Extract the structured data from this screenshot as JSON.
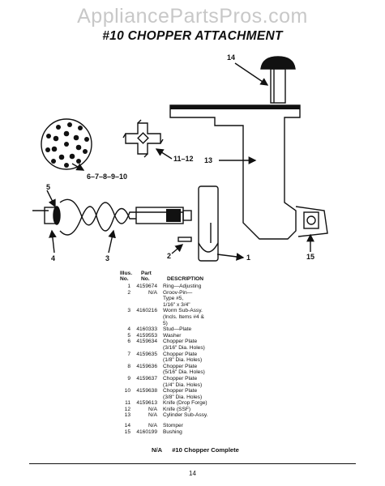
{
  "watermark": "AppliancePartsPros.com",
  "title": "#10 CHOPPER ATTACHMENT",
  "callouts": {
    "c14": "14",
    "c13": "13",
    "c11_12": "11–12",
    "c6_10": "6–7–8–9–10",
    "c5": "5",
    "c4": "4",
    "c3": "3",
    "c2": "2",
    "c1": "1",
    "c15": "15"
  },
  "table": {
    "col_illus": "Illus.\nNo.",
    "col_part": "Part\nNo.",
    "col_desc": "DESCRIPTION",
    "rows": [
      {
        "no": "1",
        "part": "4159674",
        "desc": "Ring—Adjusting"
      },
      {
        "no": "2",
        "part": "N/A",
        "desc": "Groov-Pin—\nType #5,\n1/16\" x 3/4\""
      },
      {
        "no": "3",
        "part": "4160216",
        "desc": "Worm Sub-Assy.\n(Incls. Items #4 &\n5)"
      },
      {
        "no": "4",
        "part": "4160333",
        "desc": "Stud—Plate"
      },
      {
        "no": "5",
        "part": "4159553",
        "desc": "Washer"
      },
      {
        "no": "6",
        "part": "4159634",
        "desc": "Chopper Plate\n(3/16\" Dia. Holes)"
      },
      {
        "no": "7",
        "part": "4159635",
        "desc": "Chopper Plate\n(1/8\" Dia. Holes)"
      },
      {
        "no": "8",
        "part": "4159636",
        "desc": "Chopper Plate\n(5/16\" Dia. Holes)"
      },
      {
        "no": "9",
        "part": "4159637",
        "desc": "Chopper Plate\n(1/4\" Dia. Holes)"
      },
      {
        "no": "10",
        "part": "4159638",
        "desc": "Chopper Plate\n(3/8\" Dia. Holes)"
      },
      {
        "no": "11",
        "part": "4159613",
        "desc": "Knife (Drop Forge)"
      },
      {
        "no": "12",
        "part": "N/A",
        "desc": "Knife (SSF)"
      },
      {
        "no": "13",
        "part": "N/A",
        "desc": "Cylinder Sub-Assy."
      },
      {
        "no": "14",
        "part": "N/A",
        "desc": "Stomper"
      },
      {
        "no": "15",
        "part": "4160199",
        "desc": "Bushing"
      }
    ],
    "complete_part": "N/A",
    "complete_desc": "#10 Chopper Complete"
  },
  "page_number": "14"
}
